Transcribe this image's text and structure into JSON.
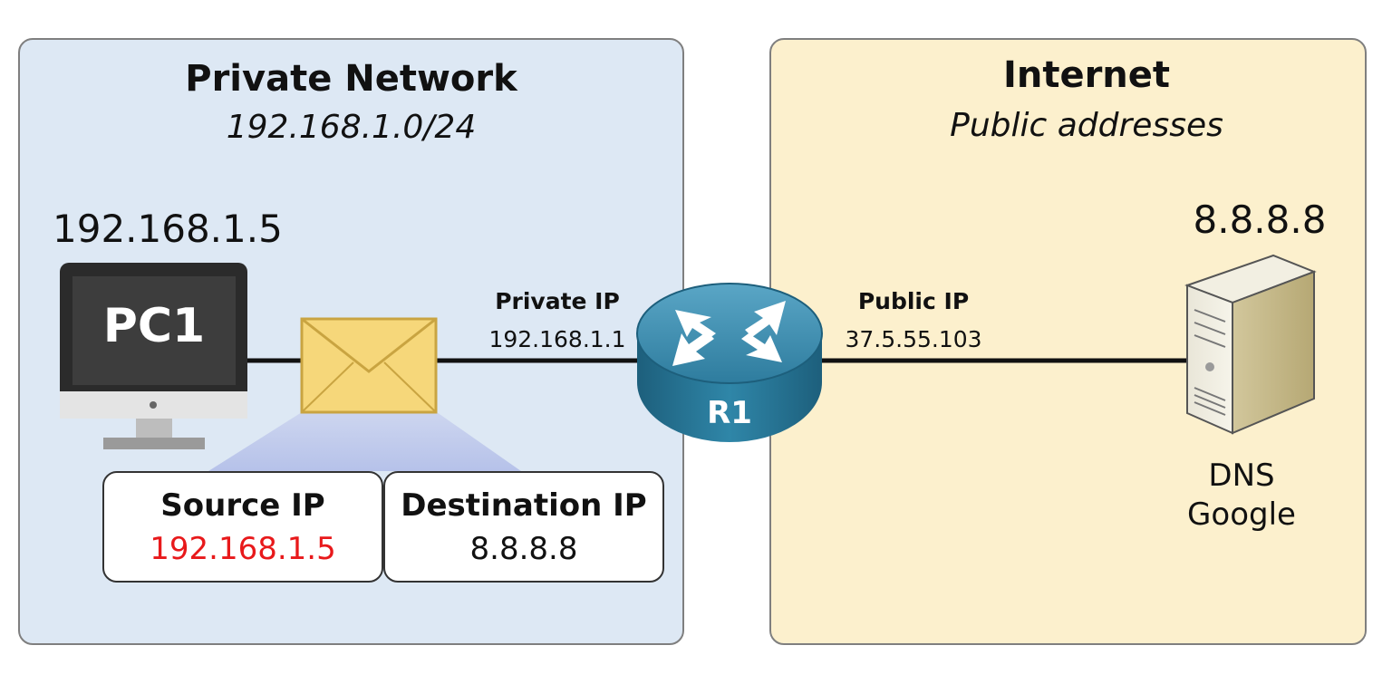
{
  "colors": {
    "private_zone_fill": "#dde8f4",
    "internet_zone_fill": "#fcf0cd",
    "source_ip_color": "#e8191b",
    "router_color": "#2e7c9e",
    "envelope_color": "#f6d77a"
  },
  "private_network": {
    "title": "Private Network",
    "subnet": "192.168.1.0/24"
  },
  "internet": {
    "title": "Internet",
    "subtitle": "Public addresses"
  },
  "pc": {
    "address": "192.168.1.5",
    "label": "PC1",
    "icon": "monitor-icon"
  },
  "packet": {
    "icon": "envelope-icon",
    "source_label": "Source IP",
    "source_value": "192.168.1.5",
    "destination_label": "Destination IP",
    "destination_value": "8.8.8.8"
  },
  "router": {
    "label": "R1",
    "icon": "router-icon",
    "private_label": "Private IP",
    "private_ip": "192.168.1.1",
    "public_label": "Public IP",
    "public_ip": "37.5.55.103"
  },
  "server": {
    "address": "8.8.8.8",
    "icon": "server-icon",
    "name_line1": "DNS",
    "name_line2": "Google"
  }
}
